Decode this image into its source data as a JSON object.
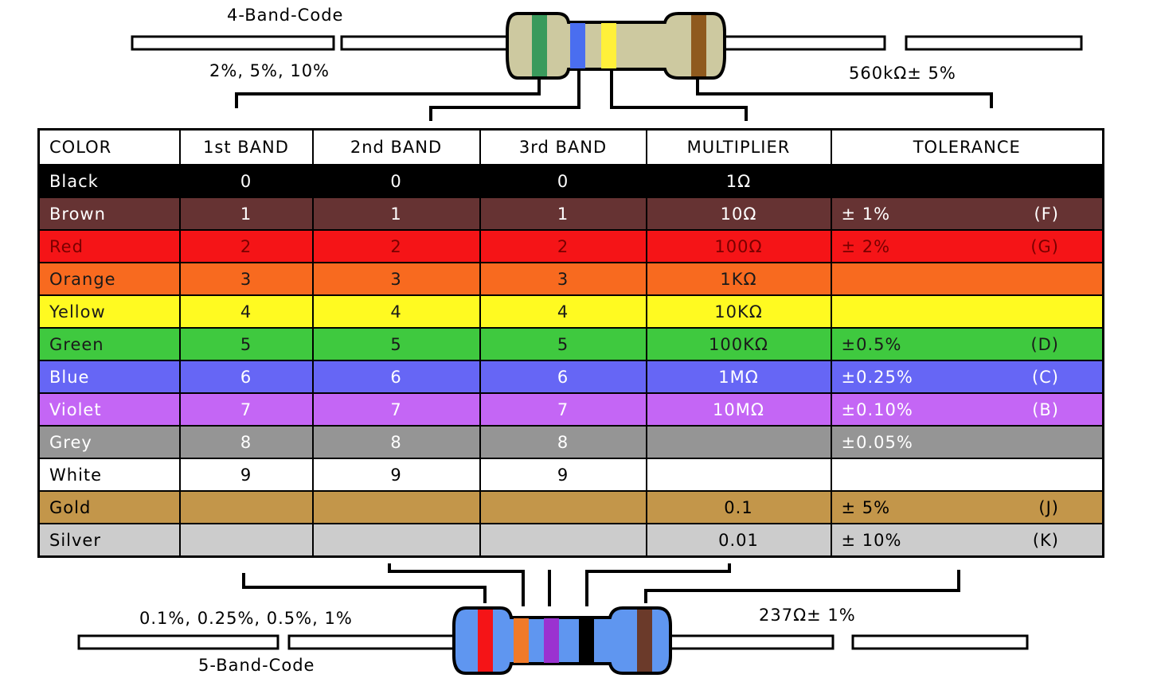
{
  "labels": {
    "top_code": "4-Band-Code",
    "top_tolerances": "2%, 5%, 10%",
    "top_value": "560kΩ± 5%",
    "bottom_tolerances": "0.1%, 0.25%, 0.5%, 1%",
    "bottom_code": "5-Band-Code",
    "bottom_value": "237Ω± 1%"
  },
  "table": {
    "headers": [
      "COLOR",
      "1st BAND",
      "2nd BAND",
      "3rd BAND",
      "MULTIPLIER",
      "TOLERANCE"
    ],
    "rows": [
      {
        "color": "Black",
        "b1": "0",
        "b2": "0",
        "b3": "0",
        "mult": "1Ω",
        "tol": "",
        "code": "",
        "bg": "#000000",
        "fg": "#ffffff"
      },
      {
        "color": "Brown",
        "b1": "1",
        "b2": "1",
        "b3": "1",
        "mult": "10Ω",
        "tol": "± 1%",
        "code": "(F)",
        "bg": "#663333",
        "fg": "#ffffff"
      },
      {
        "color": "Red",
        "b1": "2",
        "b2": "2",
        "b3": "2",
        "mult": "100Ω",
        "tol": "± 2%",
        "code": "(G)",
        "bg": "#f51417",
        "fg": "#7a0000"
      },
      {
        "color": "Orange",
        "b1": "3",
        "b2": "3",
        "b3": "3",
        "mult": "1KΩ",
        "tol": "",
        "code": "",
        "bg": "#f86a1f",
        "fg": "#1a1a1a"
      },
      {
        "color": "Yellow",
        "b1": "4",
        "b2": "4",
        "b3": "4",
        "mult": "10KΩ",
        "tol": "",
        "code": "",
        "bg": "#fffa21",
        "fg": "#1a1a1a"
      },
      {
        "color": "Green",
        "b1": "5",
        "b2": "5",
        "b3": "5",
        "mult": "100KΩ",
        "tol": "±0.5%",
        "code": "(D)",
        "bg": "#3fc93f",
        "fg": "#1a1a1a"
      },
      {
        "color": "Blue",
        "b1": "6",
        "b2": "6",
        "b3": "6",
        "mult": "1MΩ",
        "tol": "±0.25%",
        "code": "(C)",
        "bg": "#6666f5",
        "fg": "#ffffff"
      },
      {
        "color": "Violet",
        "b1": "7",
        "b2": "7",
        "b3": "7",
        "mult": "10MΩ",
        "tol": "±0.10%",
        "code": "(B)",
        "bg": "#c466f5",
        "fg": "#ffffff"
      },
      {
        "color": "Grey",
        "b1": "8",
        "b2": "8",
        "b3": "8",
        "mult": "",
        "tol": "±0.05%",
        "code": "",
        "bg": "#959595",
        "fg": "#ffffff"
      },
      {
        "color": "White",
        "b1": "9",
        "b2": "9",
        "b3": "9",
        "mult": "",
        "tol": "",
        "code": "",
        "bg": "#ffffff",
        "fg": "#000000"
      },
      {
        "color": "Gold",
        "b1": "",
        "b2": "",
        "b3": "",
        "mult": "0.1",
        "tol": "± 5%",
        "code": "(J)",
        "bg": "#c3964a",
        "fg": "#000000"
      },
      {
        "color": "Silver",
        "b1": "",
        "b2": "",
        "b3": "",
        "mult": "0.01",
        "tol": "± 10%",
        "code": "(K)",
        "bg": "#cccccc",
        "fg": "#000000"
      }
    ]
  },
  "colors": {
    "resistor_4band_body": "#cdc9a0",
    "resistor_5band_body": "#5f96f0",
    "band_green": "#3a9a5c",
    "band_blue": "#4a6ef0",
    "band_yellow": "#fff03a",
    "band_brown": "#8f5a1e",
    "band_red": "#f51417",
    "band_orange": "#f07a2a",
    "band_violet": "#9b32d0",
    "band_black": "#000000",
    "band_dark_brown": "#6b3a2a"
  }
}
